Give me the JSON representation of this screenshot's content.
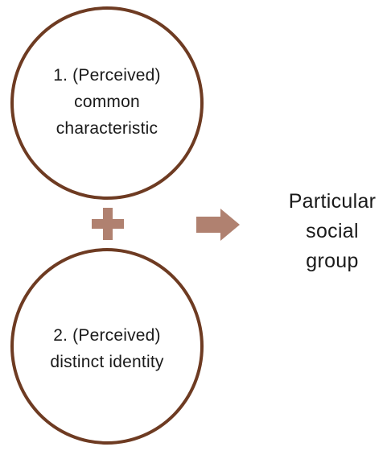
{
  "diagram": {
    "colors": {
      "circle_border": "#6e3b22",
      "symbol_fill": "#b08170",
      "text": "#1a1a1a",
      "background": "#ffffff"
    },
    "circle_1": {
      "lines": [
        "1. (Perceived)",
        "common",
        "characteristic"
      ]
    },
    "circle_2": {
      "lines": [
        "2. (Perceived)",
        "distinct identity"
      ]
    },
    "operator_icon": "plus-icon",
    "result_arrow_icon": "arrow-right-icon",
    "result": {
      "lines": [
        "Particular",
        "social",
        "group"
      ]
    }
  }
}
